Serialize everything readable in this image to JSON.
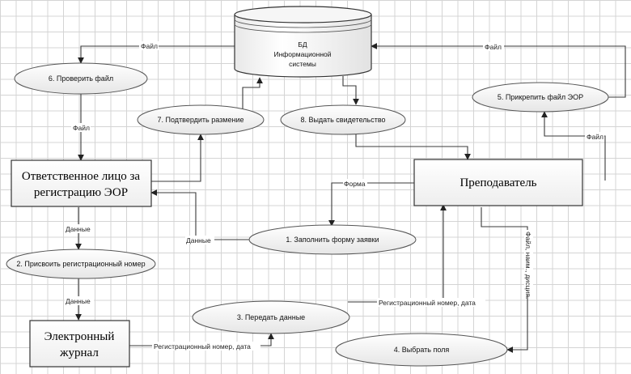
{
  "database": {
    "line1": "БД",
    "line2": "Информационной",
    "line3": "системы"
  },
  "actors": {
    "responsible_line1": "Ответственное лицо за",
    "responsible_line2": "регистрацию ЭОР",
    "teacher": "Преподаватель",
    "journal_line1": "Электронный",
    "journal_line2": "журнал"
  },
  "processes": {
    "p1": "1. Заполнить форму заявки",
    "p2": "2. Присвоить регистрационный номер",
    "p3": "3. Передать данные",
    "p4": "4. Выбрать поля",
    "p5": "5. Прикрепить файл ЭОР",
    "p6": "6. Проверить файл",
    "p7": "7. Подтвердить размение",
    "p8": "8. Выдать свидетельство"
  },
  "flows": {
    "file_db_to_p6": "Файл",
    "file_p5_to_db": "Файл",
    "file_p6_to_resp": "Файл",
    "file_teacher_to_p5": "Файл",
    "form": "Форма",
    "data_p1_to_resp": "Данные",
    "data_resp_to_p2": "Данные",
    "data_p2_to_journal": "Данные",
    "regnum_p3_to_teacher": "Регистрационный номер, дата",
    "regnum_journal_to_p3": "Регистрационный номер, дата",
    "file_name_discipline": "Файл, наим., дисцип."
  }
}
